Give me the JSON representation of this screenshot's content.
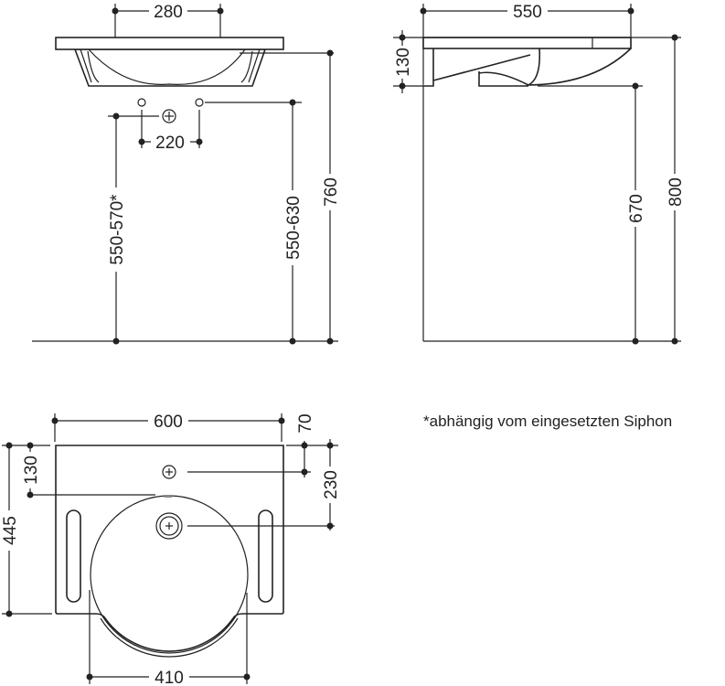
{
  "front_view": {
    "tap_spacing": "280",
    "mount_spacing": "220",
    "height_left": "550-570*",
    "height_mid": "550-630",
    "height_total": "760"
  },
  "side_view": {
    "depth": "550",
    "thickness": "130",
    "height_bottom": "670",
    "height_total": "800"
  },
  "top_view": {
    "width": "600",
    "edge_offset": "70",
    "drain_offset": "230",
    "depth": "445",
    "bowl_offset": "130",
    "bowl_width": "410"
  },
  "footnote": "*abhängig vom eingesetzten Siphon"
}
